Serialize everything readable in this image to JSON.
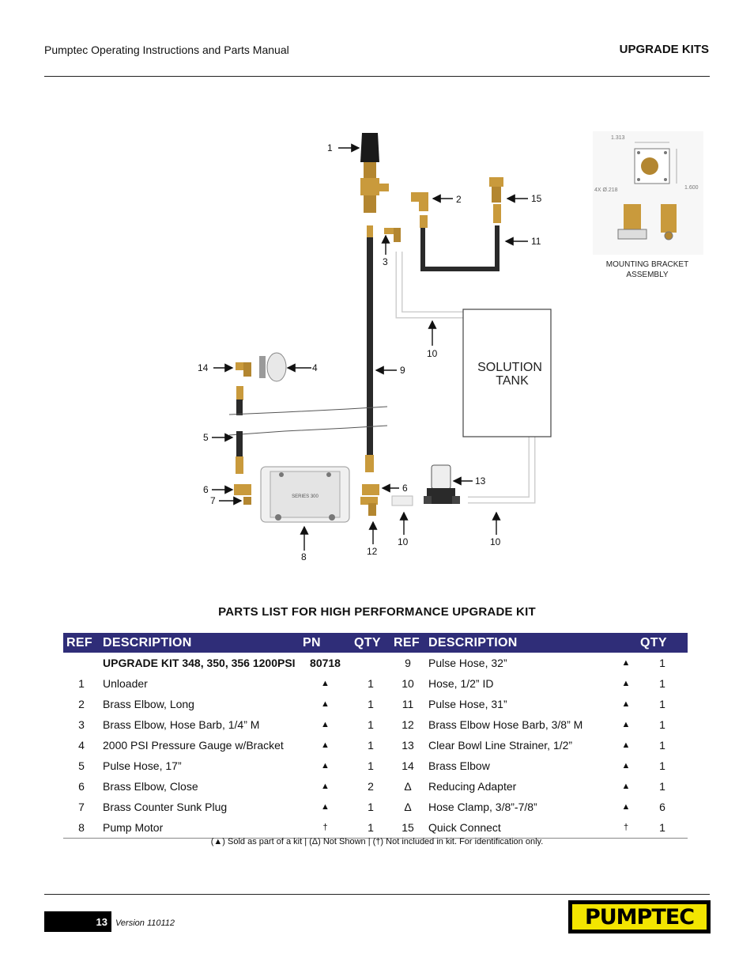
{
  "header": {
    "manual_title": "Pumptec Operating Instructions and Parts Manual",
    "section_title": "UPGRADE KITS"
  },
  "diagram": {
    "callouts": {
      "c1": "1",
      "c2": "2",
      "c3": "3",
      "c4": "4",
      "c5": "5",
      "c6a": "6",
      "c6b": "6",
      "c7": "7",
      "c8": "8",
      "c9": "9",
      "c10a": "10",
      "c10b": "10",
      "c10c": "10",
      "c11": "11",
      "c12": "12",
      "c13": "13",
      "c14": "14",
      "c15": "15"
    },
    "tank_label_line1": "SOLUTION",
    "tank_label_line2": "TANK",
    "motor_label": "SERIES 300",
    "bracket_dims": {
      "width": "1.313",
      "hole": "4X Ø.218",
      "height": "1.600"
    },
    "bracket_caption_line1": "MOUNTING BRACKET",
    "bracket_caption_line2": "ASSEMBLY"
  },
  "parts_table": {
    "title": "PARTS LIST FOR HIGH PERFORMANCE UPGRADE KIT",
    "headers": [
      "REF",
      "DESCRIPTION",
      "PN",
      "QTY",
      "REF",
      "DESCRIPTION",
      "",
      "QTY"
    ],
    "rows": [
      [
        "",
        "UPGRADE KIT 348, 350, 356  1200PSI",
        "80718",
        "",
        "9",
        "Pulse Hose, 32”",
        "▲",
        "1"
      ],
      [
        "1",
        "Unloader",
        "▲",
        "1",
        "10",
        "Hose, 1/2” ID",
        "▲",
        "1"
      ],
      [
        "2",
        "Brass Elbow, Long",
        "▲",
        "1",
        "11",
        "Pulse Hose, 31”",
        "▲",
        "1"
      ],
      [
        "3",
        "Brass Elbow, Hose Barb, 1/4” M",
        "▲",
        "1",
        "12",
        "Brass Elbow Hose Barb, 3/8” M",
        "▲",
        "1"
      ],
      [
        "4",
        "2000 PSI Pressure Gauge w/Bracket",
        "▲",
        "1",
        "13",
        "Clear Bowl Line Strainer, 1/2”",
        "▲",
        "1"
      ],
      [
        "5",
        "Pulse Hose, 17”",
        "▲",
        "1",
        "14",
        "Brass Elbow",
        "▲",
        "1"
      ],
      [
        "6",
        "Brass Elbow, Close",
        "▲",
        "2",
        "Δ",
        "Reducing Adapter",
        "▲",
        "1"
      ],
      [
        "7",
        "Brass Counter Sunk Plug",
        "▲",
        "1",
        "Δ",
        "Hose Clamp, 3/8”-7/8”",
        "▲",
        "6"
      ],
      [
        "8",
        "Pump Motor",
        "†",
        "1",
        "15",
        "Quick Connect",
        "†",
        "1"
      ]
    ],
    "footnote": "(▲) Sold as part of a kit | (Δ) Not Shown |  (†) Not included in kit. For identification only."
  },
  "footer": {
    "page_number": "13",
    "version": "Version 110112",
    "logo_text": "PUMPTEC"
  },
  "colors": {
    "table_header_bg": "#2f2d78",
    "logo_yellow": "#f3e500",
    "brass": "#c99a3c",
    "hose": "#2a2a2a"
  }
}
